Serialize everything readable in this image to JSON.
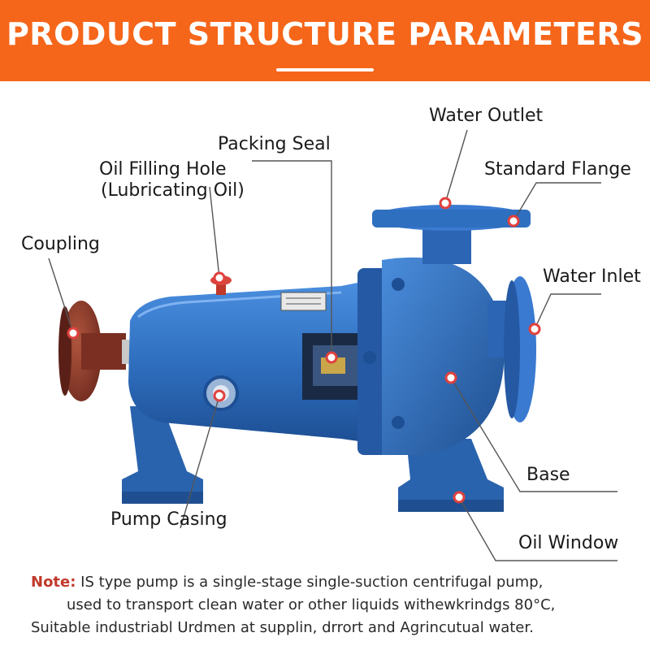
{
  "header": {
    "title": "PRODUCT STRUCTURE PARAMETERS"
  },
  "colors": {
    "banner": "#f5661a",
    "pump_body": "#2f6fbf",
    "coupling": "#8b3a2a",
    "marker": "#e0413d",
    "note_key": "#c0392b"
  },
  "labels": {
    "water_outlet": "Water Outlet",
    "standard_flange": "Standard Flange",
    "packing_seal": "Packing Seal",
    "oil_filling_hole_line1": "Oil Filling Hole",
    "oil_filling_hole_line2": "(Lubricating Oil)",
    "coupling": "Coupling",
    "water_inlet": "Water Inlet",
    "base": "Base",
    "pump_casing": "Pump Casing",
    "oil_window": "Oil Window"
  },
  "note": {
    "key": "Note:",
    "line1": " IS type pump is a single-stage single-suction centrifugal pump,",
    "line2": "used to transport clean water or other liquids withewkrindgs 80°C,",
    "line3": "Suitable industriabl Urdmen at supplin, drrort and Agrincutual water."
  }
}
